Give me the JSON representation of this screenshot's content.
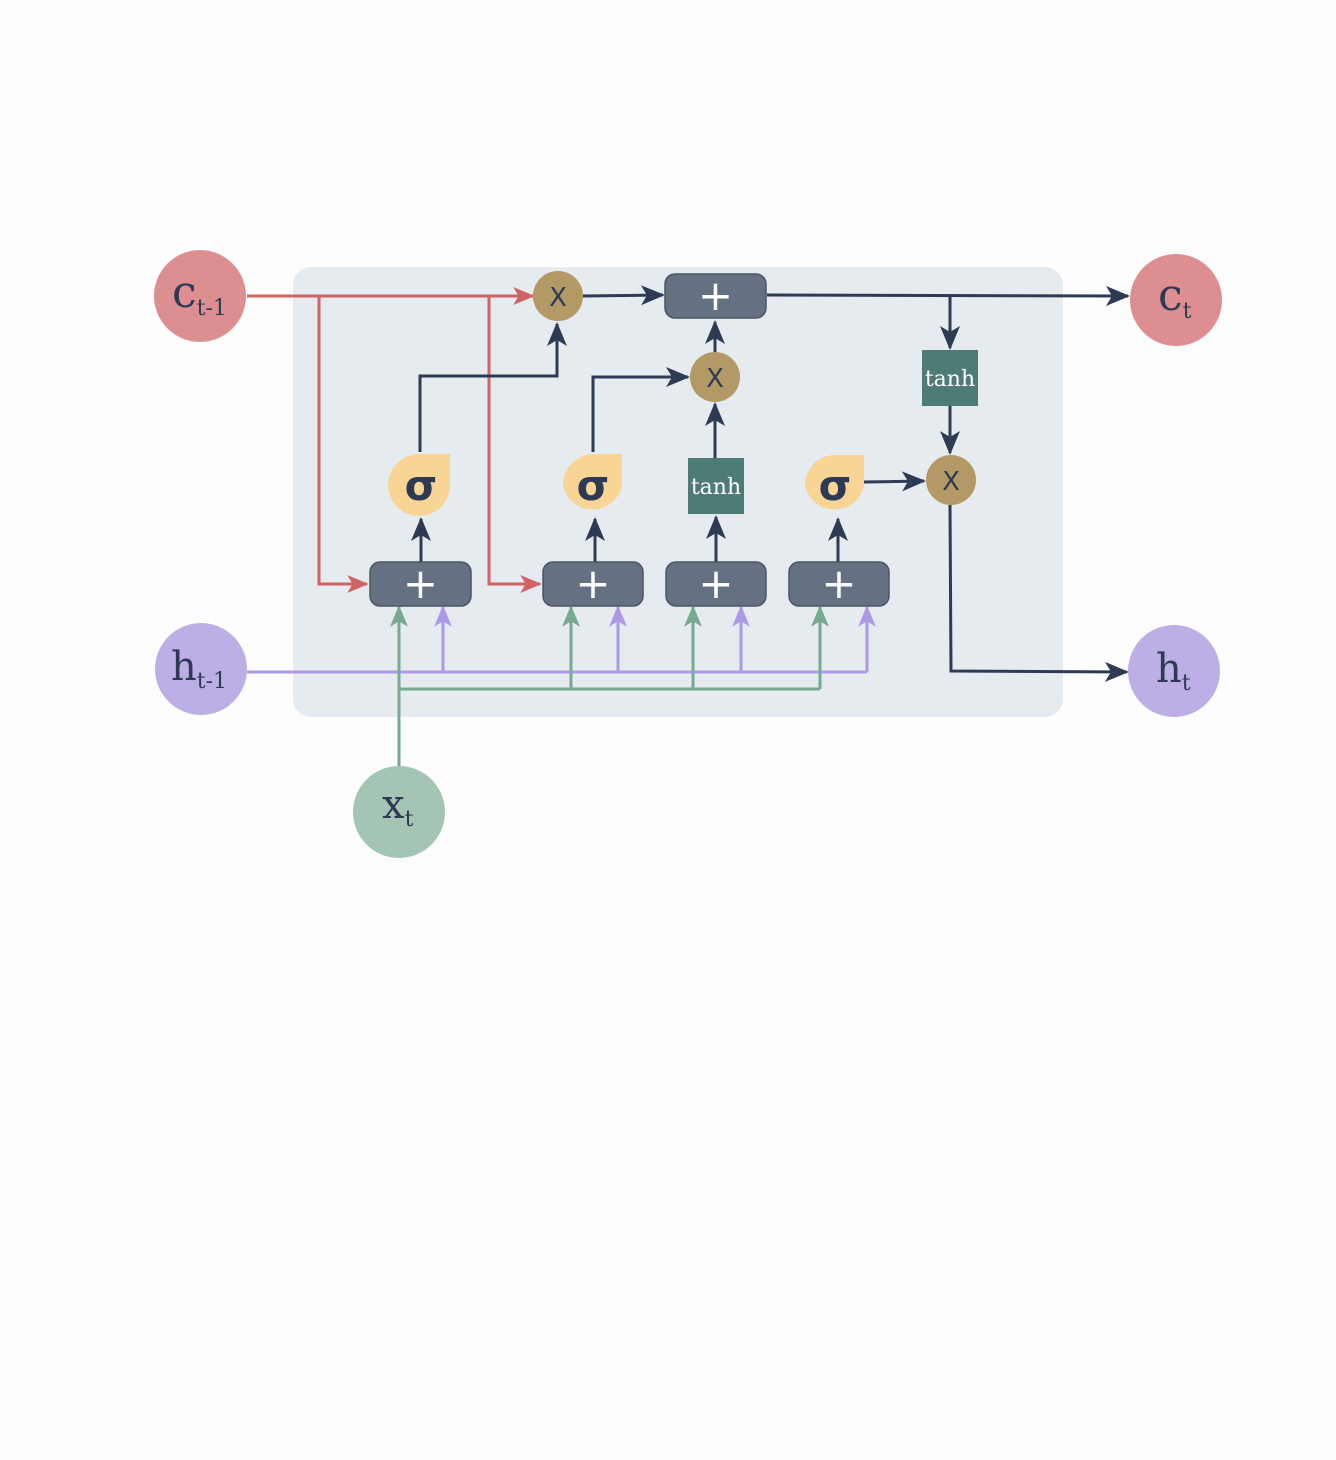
{
  "nodes": {
    "c_prev": {
      "main": "c",
      "sub": "t-1"
    },
    "h_prev": {
      "main": "h",
      "sub": "t-1"
    },
    "x_t": {
      "main": "x",
      "sub": "t"
    },
    "c_t": {
      "main": "c",
      "sub": "t"
    },
    "h_t": {
      "main": "h",
      "sub": "t"
    }
  },
  "ops": {
    "add": "+",
    "mul": "X",
    "sigma": "σ",
    "tanh": "tanh"
  },
  "colors": {
    "cell_bg": "#e6ebf0",
    "c_node": "#dd8e90",
    "h_node": "#bdaee6",
    "x_node": "#a4c4b4",
    "add_box": "#667083",
    "mul_circle": "#b29966",
    "sigma_shape": "#f8d595",
    "tanh_box": "#4e7b76",
    "c_line": "#d06464",
    "h_line": "#ad9ae6",
    "x_line": "#76a98f",
    "dark_line": "#2f3b55",
    "label_dark": "#2e3a54"
  }
}
